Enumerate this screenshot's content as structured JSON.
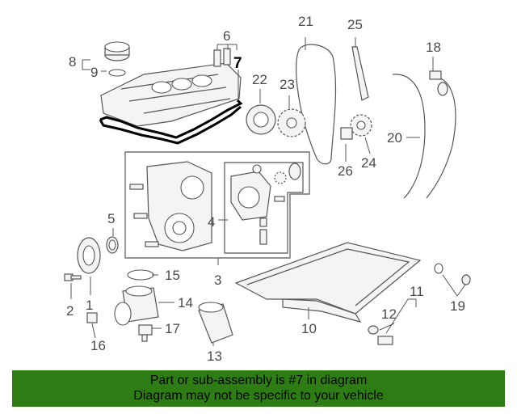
{
  "diagram": {
    "callouts": [
      "1",
      "2",
      "3",
      "4",
      "5",
      "6",
      "7",
      "8",
      "9",
      "10",
      "11",
      "12",
      "13",
      "14",
      "15",
      "16",
      "17",
      "18",
      "19",
      "20",
      "21",
      "22",
      "23",
      "24",
      "25",
      "26"
    ],
    "highlighted": "7"
  },
  "banner": {
    "line1": "Part or sub-assembly is #7 in diagram",
    "line2": "Diagram may not be specific to your vehicle",
    "color": "#2e7d14"
  }
}
